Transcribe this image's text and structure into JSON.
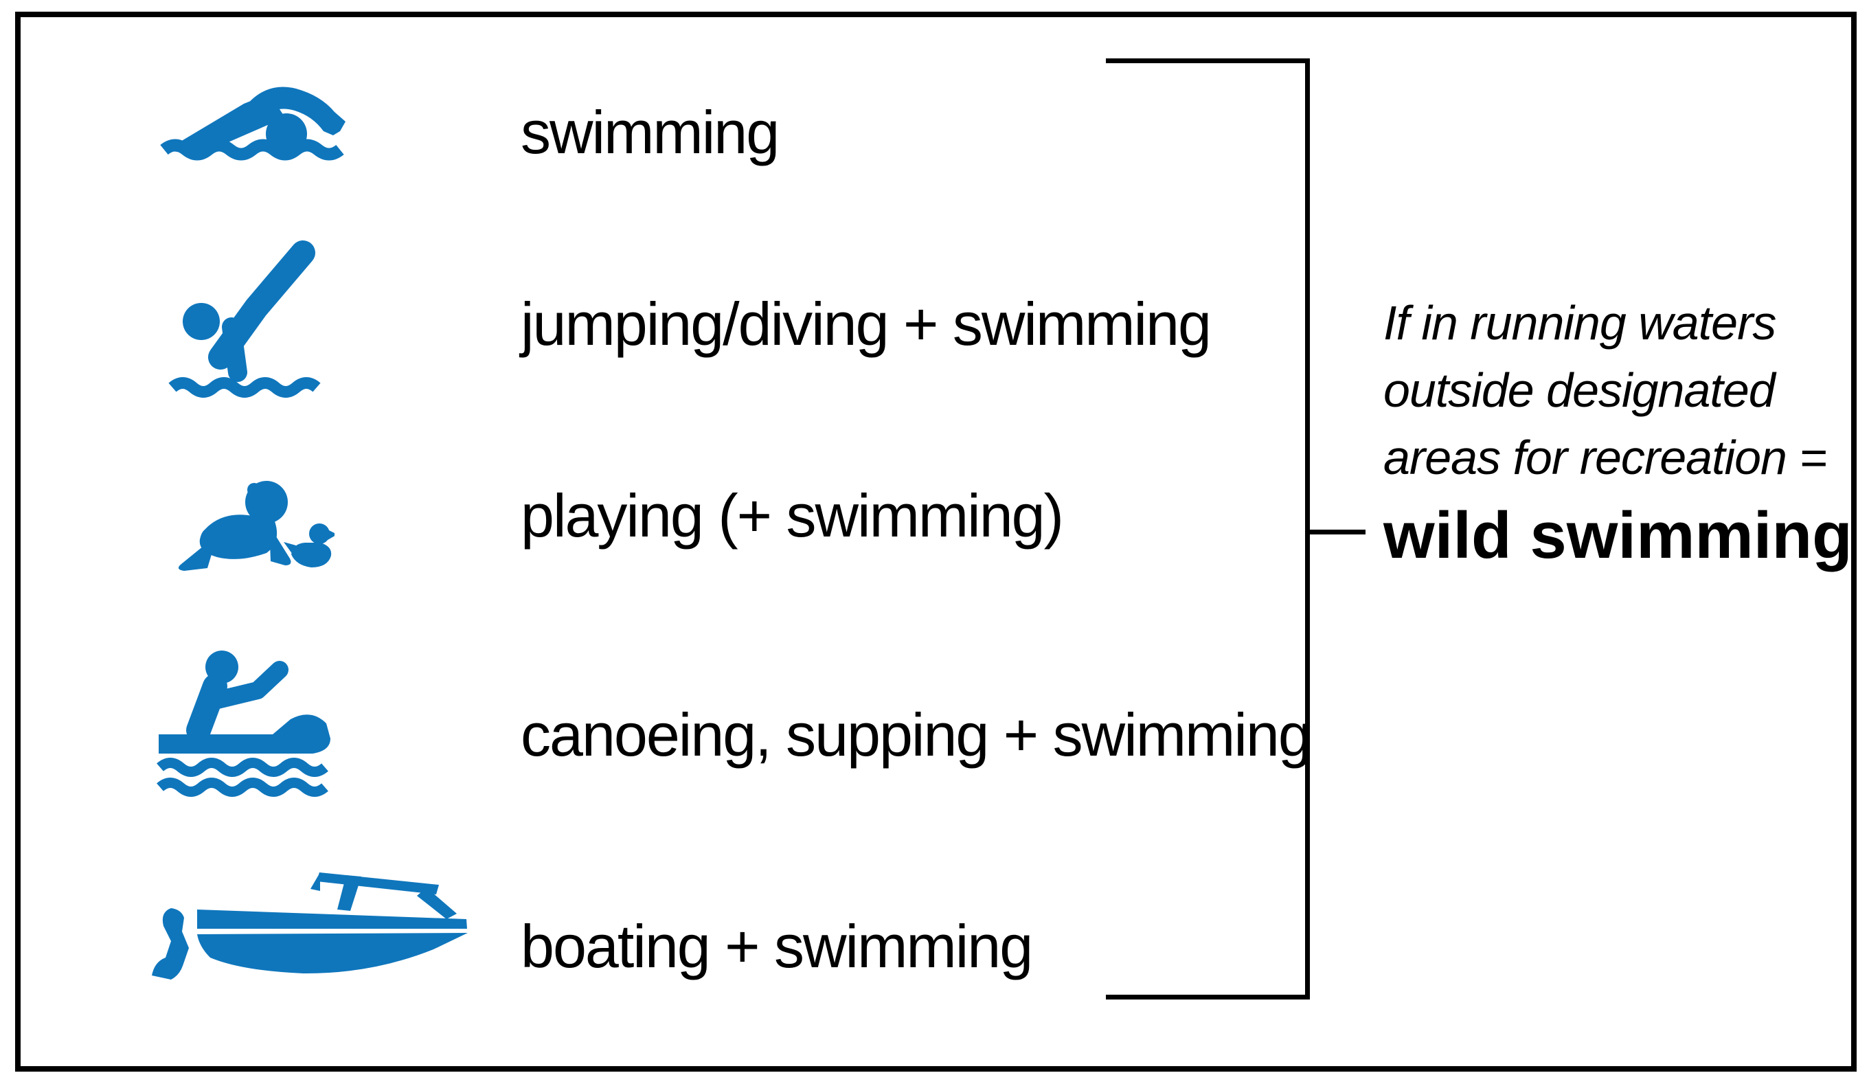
{
  "palette": {
    "icon_blue": "#0f76bc",
    "text_black": "#000000",
    "background": "#ffffff",
    "border": "#000000"
  },
  "rows": [
    {
      "icon": "swimmer-icon",
      "label": "swimming"
    },
    {
      "icon": "diver-icon",
      "label": "jumping/diving + swimming"
    },
    {
      "icon": "crawling-baby-duck-icon",
      "label": "playing (+ swimming)"
    },
    {
      "icon": "canoeist-icon",
      "label": "canoeing, supping + swimming"
    },
    {
      "icon": "motorboat-icon",
      "label": "boating + swimming"
    }
  ],
  "annotation": {
    "condition_lines": [
      "If in running waters",
      "outside designated",
      "areas for recreation ="
    ],
    "result": "wild swimming"
  }
}
